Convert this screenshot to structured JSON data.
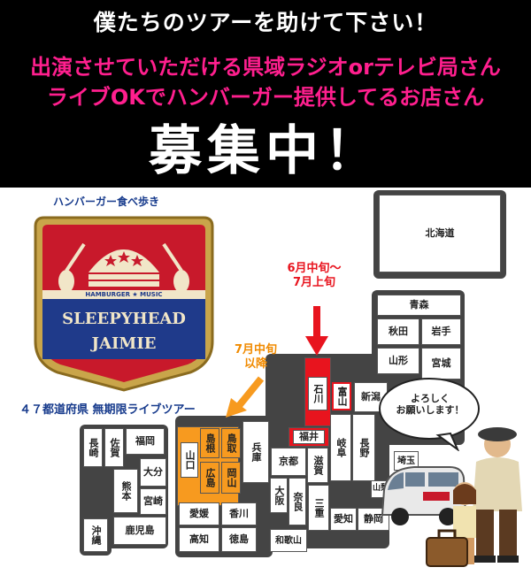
{
  "header": {
    "line1": "僕たちのツアーを助けて下さい！",
    "line2": "出演させていただける県域ラジオorテレビ局さん",
    "line3": "ライブOKでハンバーガー提供してるお店さん",
    "line4": "募集中！"
  },
  "logo": {
    "caption": "ハンバーガー食べ歩き",
    "top_text": "HAMBURGER ★ MUSIC",
    "name1": "SLEEPYHEAD",
    "name2": "JAIMIE",
    "tour": "４７都道府県 無期限ライブツアー"
  },
  "notes": {
    "june": "6月中旬〜\n7月上旬",
    "july": "7月中旬\n以降",
    "bubble": "よろしく\nお願いします！"
  },
  "prefectures": {
    "hokkaido": "北海道",
    "aomori": "青森",
    "akita": "秋田",
    "iwate": "岩手",
    "yamagata": "山形",
    "miyagi": "宮城",
    "ishikawa": "石川",
    "toyama": "富山",
    "niigata": "新潟",
    "fukui": "福井",
    "gifu": "岐阜",
    "nagano": "長野",
    "yamanashi": "山梨",
    "shiga": "滋賀",
    "kyoto": "京都",
    "hyogo": "兵庫",
    "osaka": "大阪",
    "nara": "奈良",
    "mie": "三重",
    "aichi": "愛知",
    "shizuoka": "静岡",
    "wakayama": "和歌山",
    "tottori": "鳥取",
    "shimane": "島根",
    "okayama": "岡山",
    "hiroshima": "広島",
    "yamaguchi": "山口",
    "ehime": "愛媛",
    "kagawa": "香川",
    "kochi": "高知",
    "tokushima": "徳島",
    "fukuoka": "福岡",
    "saga": "佐賀",
    "nagasaki": "長崎",
    "kumamoto": "熊本",
    "oita": "大分",
    "miyazaki": "宮崎",
    "kagoshima": "鹿児島",
    "okinawa": "沖縄",
    "saitama": "埼玉"
  },
  "colors": {
    "pink": "#ff1f8e",
    "orange": "#f79a1f",
    "red": "#e8141e",
    "navy": "#163a8c"
  }
}
